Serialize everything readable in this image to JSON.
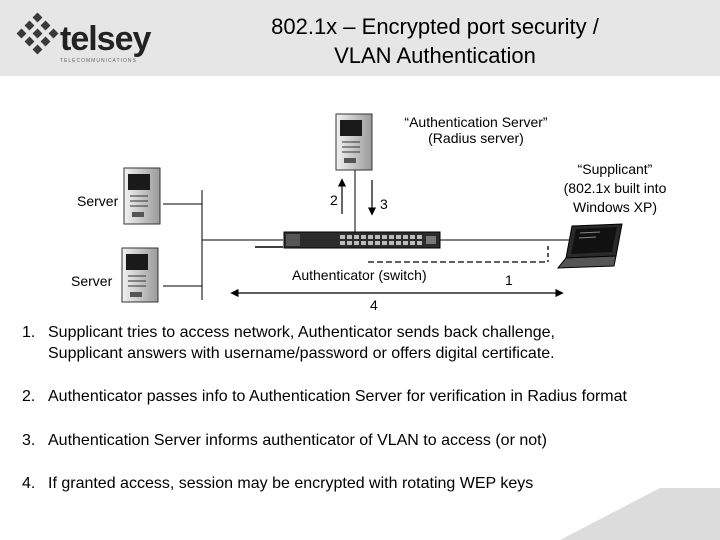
{
  "header": {
    "title_line1": "802.1x – Encrypted port security /",
    "title_line2": "VLAN Authentication",
    "logo_text": "telsey",
    "logo_subtext": "TELECOMMUNICATIONS"
  },
  "diagram": {
    "auth_server_line1": "“Authentication Server”",
    "auth_server_line2": "(Radius server)",
    "supplicant_line1": "“Supplicant”",
    "supplicant_line2": "(802.1x built into",
    "supplicant_line3": "Windows XP)",
    "server_top": "Server",
    "server_bottom": "Server",
    "authenticator": "Authenticator (switch)",
    "arrow_2": "2",
    "arrow_3": "3",
    "arrow_1": "1",
    "arrow_4": "4"
  },
  "steps": [
    {
      "num": "1.",
      "line1": "Supplicant tries to access network, Authenticator sends back challenge,",
      "line2": "Supplicant answers with username/password or offers digital certificate."
    },
    {
      "num": "2.",
      "line1": "Authenticator passes info to Authentication Server for verification in Radius format",
      "line2": ""
    },
    {
      "num": "3.",
      "line1": "Authentication Server informs authenticator of VLAN to access (or not)",
      "line2": ""
    },
    {
      "num": "4.",
      "line1": "If granted access, session may be encrypted with rotating WEP keys",
      "line2": ""
    }
  ],
  "colors": {
    "header_bg": "#e6e6e6",
    "logo_accent": "#e87722",
    "footer_stripe": "#dcdcdc"
  }
}
